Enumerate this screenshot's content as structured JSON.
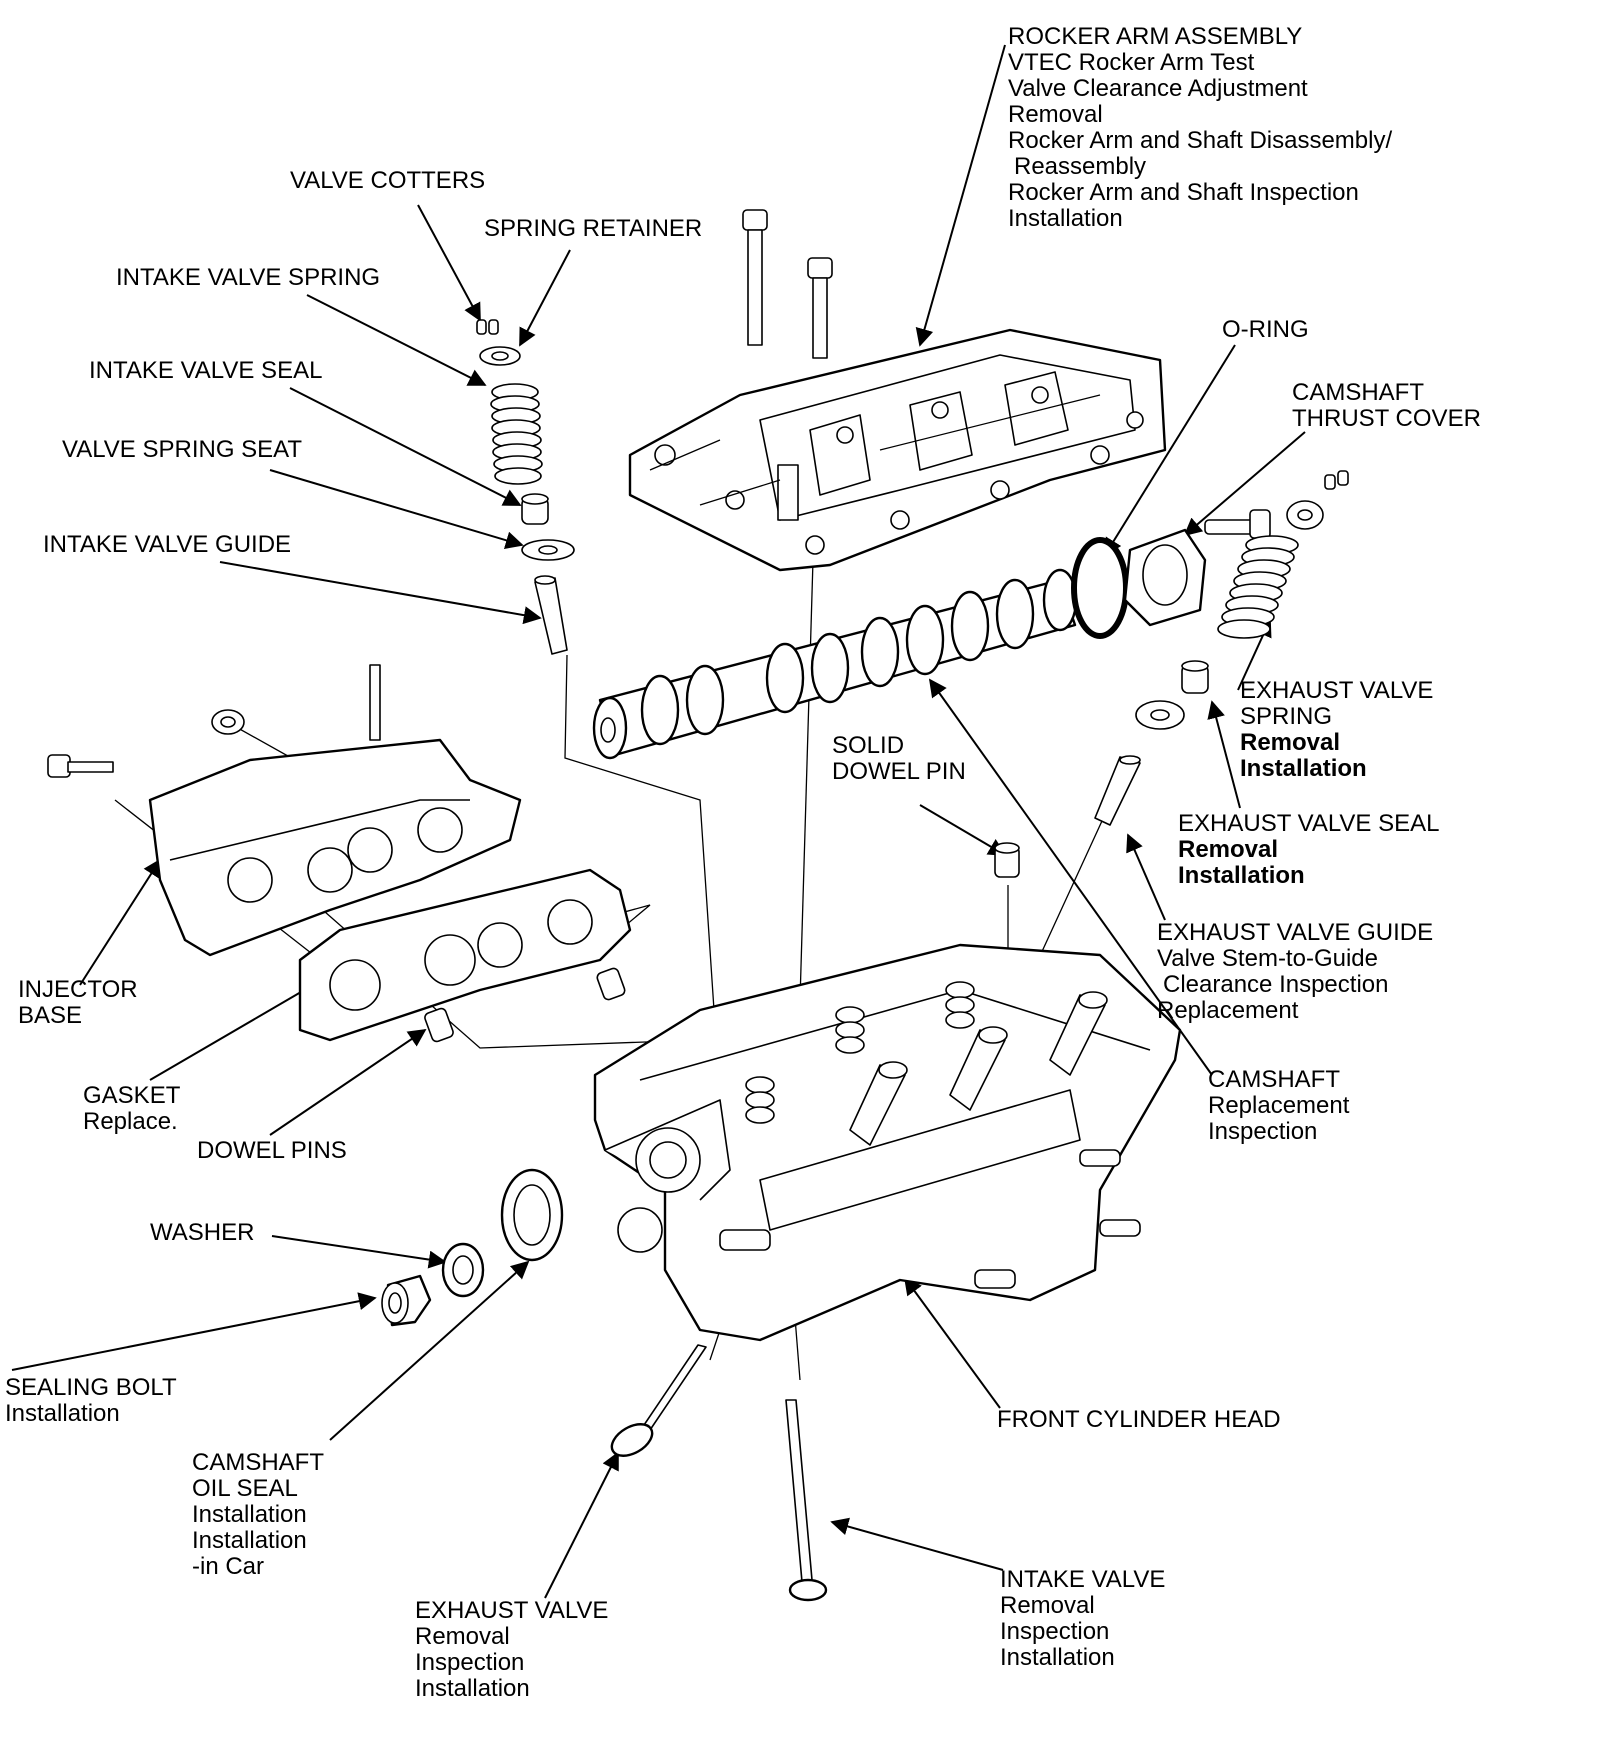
{
  "labels": {
    "rocker_arm_assembly": {
      "title": "ROCKER ARM ASSEMBLY",
      "sub": [
        "VTEC Rocker Arm Test",
        "Valve Clearance Adjustment",
        "Removal",
        "Rocker Arm and Shaft Disassembly/",
        "Reassembly",
        "Rocker Arm and Shaft Inspection",
        "Installation"
      ]
    },
    "valve_cotters": {
      "title": "VALVE COTTERS"
    },
    "spring_retainer": {
      "title": "SPRING RETAINER"
    },
    "intake_valve_spring": {
      "title": "INTAKE VALVE SPRING"
    },
    "intake_valve_seal": {
      "title": "INTAKE VALVE SEAL"
    },
    "valve_spring_seat": {
      "title": "VALVE SPRING SEAT"
    },
    "intake_valve_guide": {
      "title": "INTAKE VALVE GUIDE"
    },
    "o_ring": {
      "title": "O-RING"
    },
    "camshaft_thrust_cover": {
      "title": [
        "CAMSHAFT",
        "THRUST COVER"
      ]
    },
    "exhaust_valve_spring": {
      "title": [
        "EXHAUST VALVE",
        "SPRING"
      ],
      "sub": [
        "Removal",
        "Installation"
      ]
    },
    "solid_dowel_pin": {
      "title": [
        "SOLID",
        "DOWEL PIN"
      ]
    },
    "exhaust_valve_seal": {
      "title": "EXHAUST VALVE SEAL",
      "sub": [
        "Removal",
        "Installation"
      ]
    },
    "exhaust_valve_guide": {
      "title": "EXHAUST VALVE GUIDE",
      "sub": [
        "Valve Stem-to-Guide",
        "Clearance Inspection",
        "Replacement"
      ]
    },
    "injector_base": {
      "title": [
        "INJECTOR",
        "BASE"
      ]
    },
    "camshaft": {
      "title": "CAMSHAFT",
      "sub": [
        "Replacement",
        "Inspection"
      ]
    },
    "gasket": {
      "title": "GASKET",
      "sub": [
        "Replace."
      ]
    },
    "dowel_pins": {
      "title": "DOWEL PINS"
    },
    "washer": {
      "title": "WASHER"
    },
    "sealing_bolt": {
      "title": "SEALING BOLT",
      "sub": [
        "Installation"
      ]
    },
    "front_cylinder_head": {
      "title": "FRONT CYLINDER HEAD"
    },
    "camshaft_oil_seal": {
      "title": [
        "CAMSHAFT",
        "OIL SEAL"
      ],
      "sub": [
        "Installation",
        "Installation",
        "-in Car"
      ]
    },
    "exhaust_valve": {
      "title": "EXHAUST VALVE",
      "sub": [
        "Removal",
        "Inspection",
        "Installation"
      ]
    },
    "intake_valve": {
      "title": "INTAKE VALVE",
      "sub": [
        "Removal",
        "Inspection",
        "Installation"
      ]
    }
  }
}
